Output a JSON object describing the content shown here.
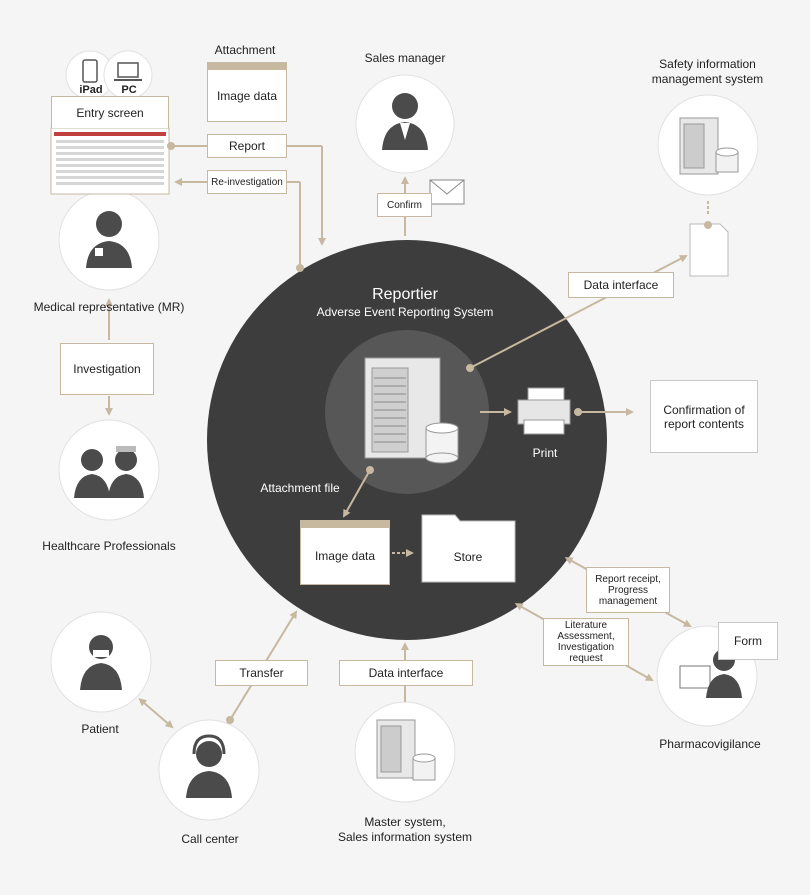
{
  "system": {
    "title": "Reportier",
    "subtitle": "Adverse Event Reporting System"
  },
  "devices": {
    "ipad": "iPad",
    "pc": "PC"
  },
  "attachment_top": {
    "label": "Attachment",
    "window_text": "Image data"
  },
  "entry_screen": {
    "title": "Entry screen"
  },
  "flows": {
    "report": "Report",
    "reinvestigation": "Re-investigation",
    "confirm": "Confirm",
    "data_interface_top": "Data interface",
    "investigation": "Investigation",
    "transfer": "Transfer",
    "data_interface_bottom": "Data interface",
    "report_receipt": "Report receipt,\nProgress\nmanagement",
    "literature": "Literature\nAssessment,\nInvestigation\nrequest"
  },
  "actors": {
    "sales_manager": "Sales manager",
    "safety_system": "Safety information\nmanagement  system",
    "mr": "Medical representative (MR)",
    "hcp": "Healthcare Professionals",
    "patient": "Patient",
    "call_center": "Call  center",
    "master_system": "Master system,\nSales information  system",
    "pharmacovigilance": "Pharmacovigilance"
  },
  "inner": {
    "print": "Print",
    "confirmation": "Confirmation of\nreport contents",
    "attachment_file": "Attachment file",
    "image_data": "Image data",
    "store": "Store",
    "form": "Form"
  },
  "colors": {
    "accent": "#c7b8a0",
    "dark": "#3d3d3d",
    "server": "#5a5a5a"
  }
}
